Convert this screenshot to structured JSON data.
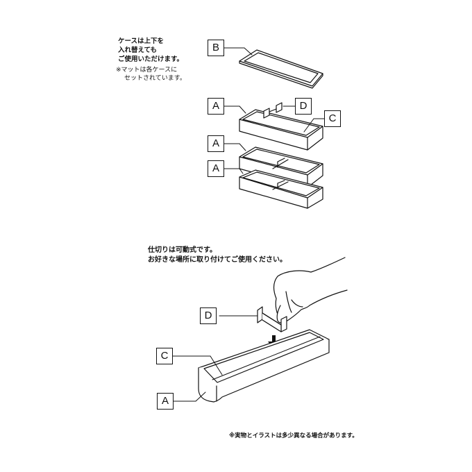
{
  "top_note": {
    "lines": [
      "ケースは上下を",
      "入れ替えても",
      "ご使用いただけます。"
    ],
    "sub_lines": [
      "※マットは各ケースに",
      "セットされています。"
    ]
  },
  "middle_note": {
    "lines": [
      "仕切りは可動式です。",
      "お好きな場所に取り付けてご使用ください。"
    ]
  },
  "footnote": "※実物とイラストは多少異なる場合があります。",
  "part_labels": {
    "b_top": "B",
    "a_1": "A",
    "d_top": "D",
    "c_top": "C",
    "a_2": "A",
    "a_3": "A",
    "d_bottom": "D",
    "c_bottom": "C",
    "a_bottom": "A"
  }
}
